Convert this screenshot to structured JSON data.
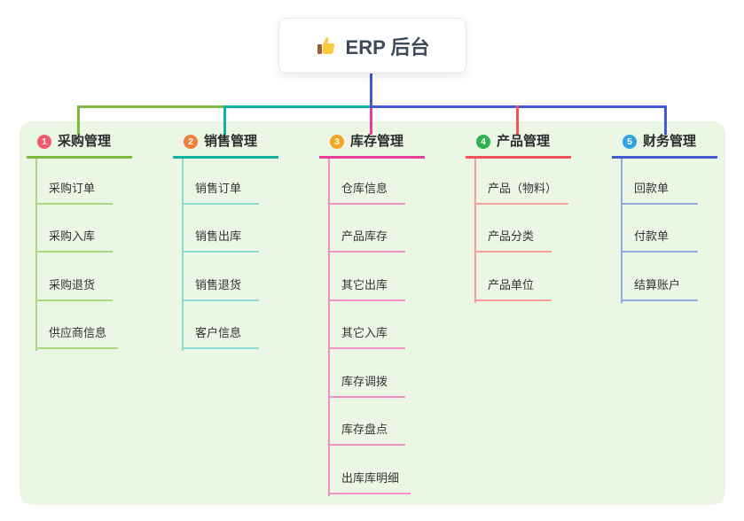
{
  "root": {
    "label": "ERP 后台",
    "icon": "thumbs-up"
  },
  "branches": [
    {
      "badge": "1",
      "label": "采购管理",
      "badge_color": "#f25a6b",
      "line_color": "#7db93f",
      "light_line_color": "#abd77f",
      "children": [
        "采购订单",
        "采购入库",
        "采购退货",
        "供应商信息"
      ]
    },
    {
      "badge": "2",
      "label": "销售管理",
      "badge_color": "#f07f3c",
      "line_color": "#10b3a3",
      "light_line_color": "#8fd9ce",
      "children": [
        "销售订单",
        "销售出库",
        "销售退货",
        "客户信息"
      ]
    },
    {
      "badge": "3",
      "label": "库存管理",
      "badge_color": "#f6a623",
      "line_color": "#ed3d9c",
      "light_line_color": "#f492c6",
      "children": [
        "仓库信息",
        "产品库存",
        "其它出库",
        "其它入库",
        "库存调拨",
        "库存盘点",
        "出库库明细"
      ]
    },
    {
      "badge": "4",
      "label": "产品管理",
      "badge_color": "#2fb350",
      "line_color": "#f4525b",
      "light_line_color": "#f7a09b",
      "children": [
        "产品（物料）",
        "产品分类",
        "产品单位"
      ]
    },
    {
      "badge": "5",
      "label": "财务管理",
      "badge_color": "#31a3e0",
      "line_color": "#4459d2",
      "light_line_color": "#93a9df",
      "children": [
        "回款单",
        "付款单",
        "结算账户"
      ]
    }
  ],
  "colors": {
    "panel_background": "#ebf6e5",
    "root_connector": "#4459d2",
    "root_text": "#3d4a59",
    "header_text": "#2c2c2c",
    "child_text": "#333333"
  }
}
